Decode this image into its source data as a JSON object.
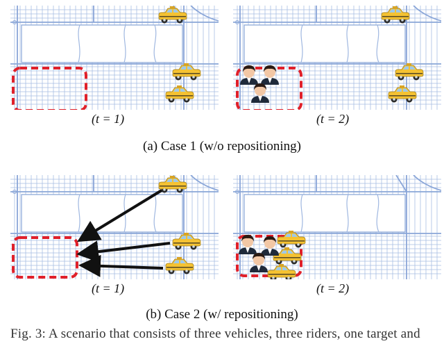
{
  "panels": [
    {
      "id": "a1",
      "time_label": "(t = 1)",
      "taxis": 3,
      "passengers": 0,
      "arrows": false
    },
    {
      "id": "a2",
      "time_label": "(t = 2)",
      "taxis": 3,
      "passengers": 3,
      "arrows": false
    },
    {
      "id": "b1",
      "time_label": "(t = 1)",
      "taxis": 3,
      "passengers": 0,
      "arrows": true
    },
    {
      "id": "b2",
      "time_label": "(t = 2)",
      "taxis": 3,
      "passengers": 3,
      "arrows": false
    }
  ],
  "captions": {
    "a": "(a) Case 1 (w/o repositioning)",
    "b": "(b) Case 2 (w/ repositioning)"
  },
  "figure_caption": "Fig. 3: A scenario that consists of three vehicles, three riders, one target and",
  "colors": {
    "grid": "#9fb7e0",
    "dashed_box": "#e0202a",
    "taxi_body": "#f5c232",
    "arrow": "#111111"
  }
}
